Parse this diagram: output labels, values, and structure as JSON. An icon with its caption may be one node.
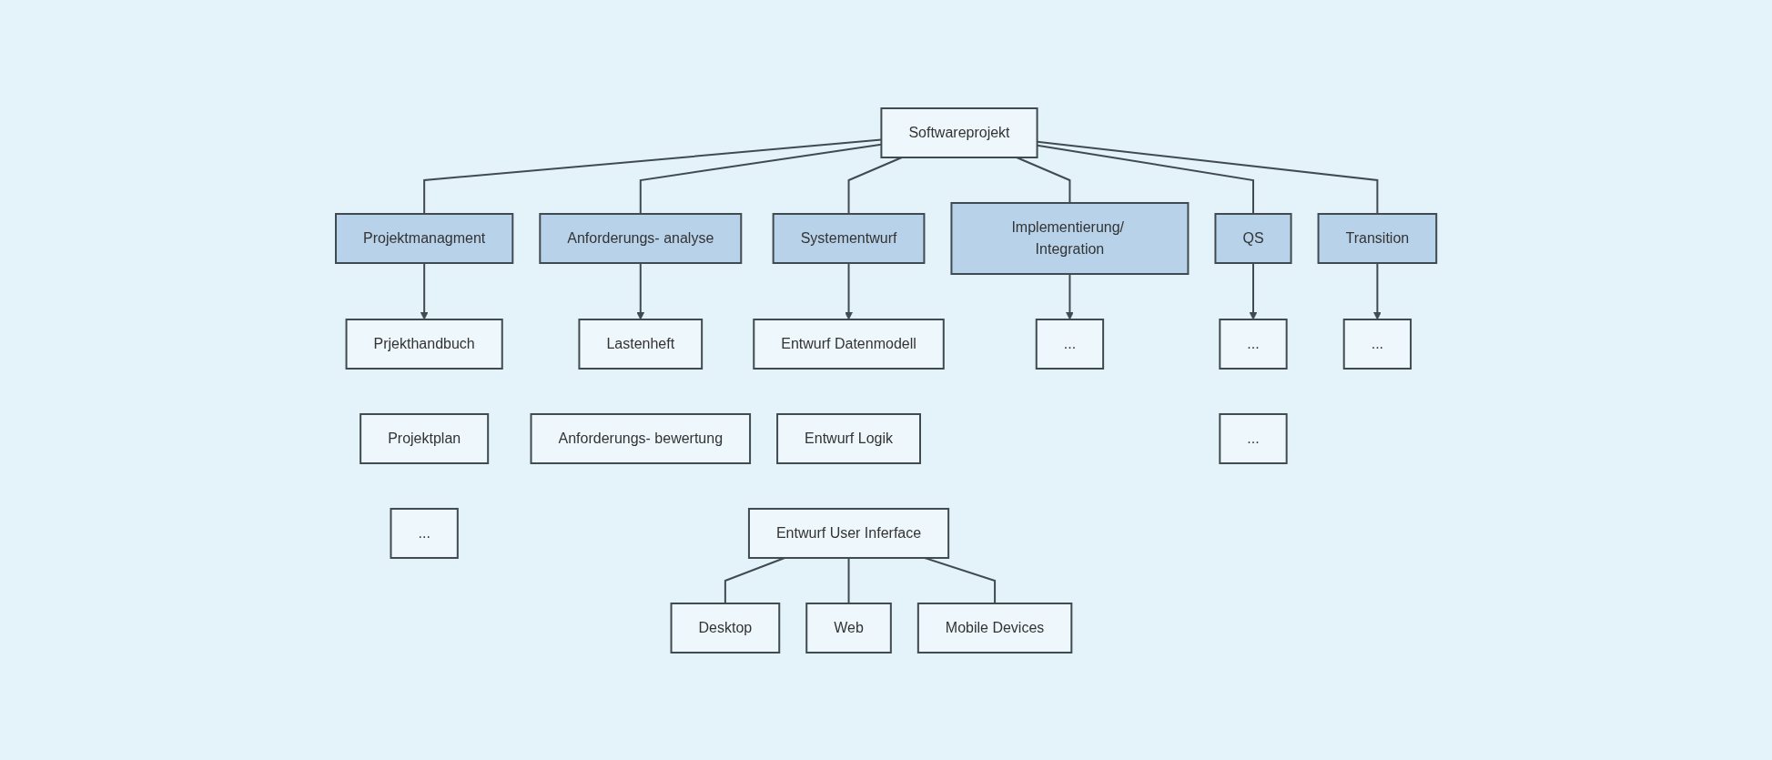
{
  "diagram": {
    "nodes": [
      {
        "text": [
          "Softwareprojekt"
        ]
      },
      {
        "text": [
          "Projektmanagment"
        ]
      },
      {
        "text": [
          "Anforderungs- analyse"
        ]
      },
      {
        "text": [
          "Systementwurf"
        ]
      },
      {
        "text": [
          "Implementierung/ Integration"
        ]
      },
      {
        "text": [
          "QS"
        ]
      },
      {
        "text": [
          "Transition"
        ]
      },
      {
        "text": [
          "Prjekthandbuch"
        ]
      },
      {
        "text": [
          "Projektplan"
        ]
      },
      {
        "text": [
          "..."
        ]
      },
      {
        "text": [
          "Lastenheft"
        ]
      },
      {
        "text": [
          "Anforderungs- bewertung"
        ]
      },
      {
        "text": [
          "Entwurf Datenmodell"
        ]
      },
      {
        "text": [
          "Entwurf Logik"
        ]
      },
      {
        "text": [
          "Entwurf User Inferface"
        ]
      },
      {
        "text": [
          "..."
        ]
      },
      {
        "text": [
          "..."
        ]
      },
      {
        "text": [
          "..."
        ]
      },
      {
        "text": [
          "..."
        ]
      },
      {
        "text": [
          "Desktop"
        ]
      },
      {
        "text": [
          "Web"
        ]
      },
      {
        "text": [
          "Mobile Devices"
        ]
      }
    ],
    "edges": [
      {
        "from": 0,
        "to": 1,
        "arrow": "none"
      },
      {
        "from": 0,
        "to": 2,
        "arrow": "none"
      },
      {
        "from": 0,
        "to": 3,
        "arrow": "none"
      },
      {
        "from": 0,
        "to": 4,
        "arrow": "none"
      },
      {
        "from": 0,
        "to": 5,
        "arrow": "none"
      },
      {
        "from": 0,
        "to": 6,
        "arrow": "none"
      },
      {
        "from": 1,
        "to": 7,
        "arrow": "to"
      },
      {
        "from": 2,
        "to": 10,
        "arrow": "to"
      },
      {
        "from": 3,
        "to": 12,
        "arrow": "to"
      },
      {
        "from": 4,
        "to": 15,
        "arrow": "to"
      },
      {
        "from": 5,
        "to": 16,
        "arrow": "to"
      },
      {
        "from": 6,
        "to": 18,
        "arrow": "to"
      },
      {
        "from": 14,
        "to": 19,
        "arrow": "none"
      },
      {
        "from": 14,
        "to": 20,
        "arrow": "none"
      },
      {
        "from": 14,
        "to": 21,
        "arrow": "none"
      }
    ]
  }
}
